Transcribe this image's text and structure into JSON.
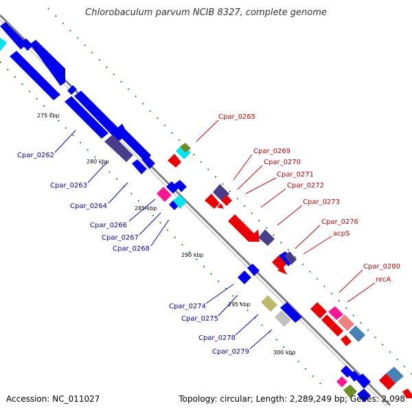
{
  "title": "Chlorobaculum parvum NCIB 8327, complete genome",
  "footer": {
    "accession": "Accession: NC_011027",
    "summary": "Topology: circular; Length: 2,289,249 bp; Genes: 2,098"
  },
  "colors": {
    "backbone": "#7f7f7f",
    "reverse_strand": "#0000ee",
    "forward_strand": "#ee0000",
    "label_reverse": "#0000cc",
    "label_forward": "#cc0000",
    "tick_dots": "#2a8a2a",
    "magenta": "#ff1493",
    "cyan": "#00e5ee",
    "purple": "#483d8b",
    "khaki": "#bdb76b",
    "olive": "#6b8e23",
    "steelblue": "#4682b4",
    "salmon": "#f08080",
    "grey": "#c0c0c0"
  },
  "ticks": [
    "275 kbp",
    "280 kbp",
    "285 kbp",
    "290 kbp",
    "295 kbp",
    "300 kbp"
  ],
  "gene_labels": {
    "reverse": [
      "Cpar_0262",
      "Cpar_0263",
      "Cpar_0264",
      "Cpar_0266",
      "Cpar_0267",
      "Cpar_0268",
      "Cpar_0274",
      "Cpar_0275",
      "Cpar_0278",
      "Cpar_0279"
    ],
    "forward": [
      "Cpar_0265",
      "Cpar_0269",
      "Cpar_0270",
      "Cpar_0271",
      "Cpar_0272",
      "Cpar_0273",
      "Cpar_0276",
      "acpS",
      "Cpar_0280",
      "recA"
    ]
  }
}
